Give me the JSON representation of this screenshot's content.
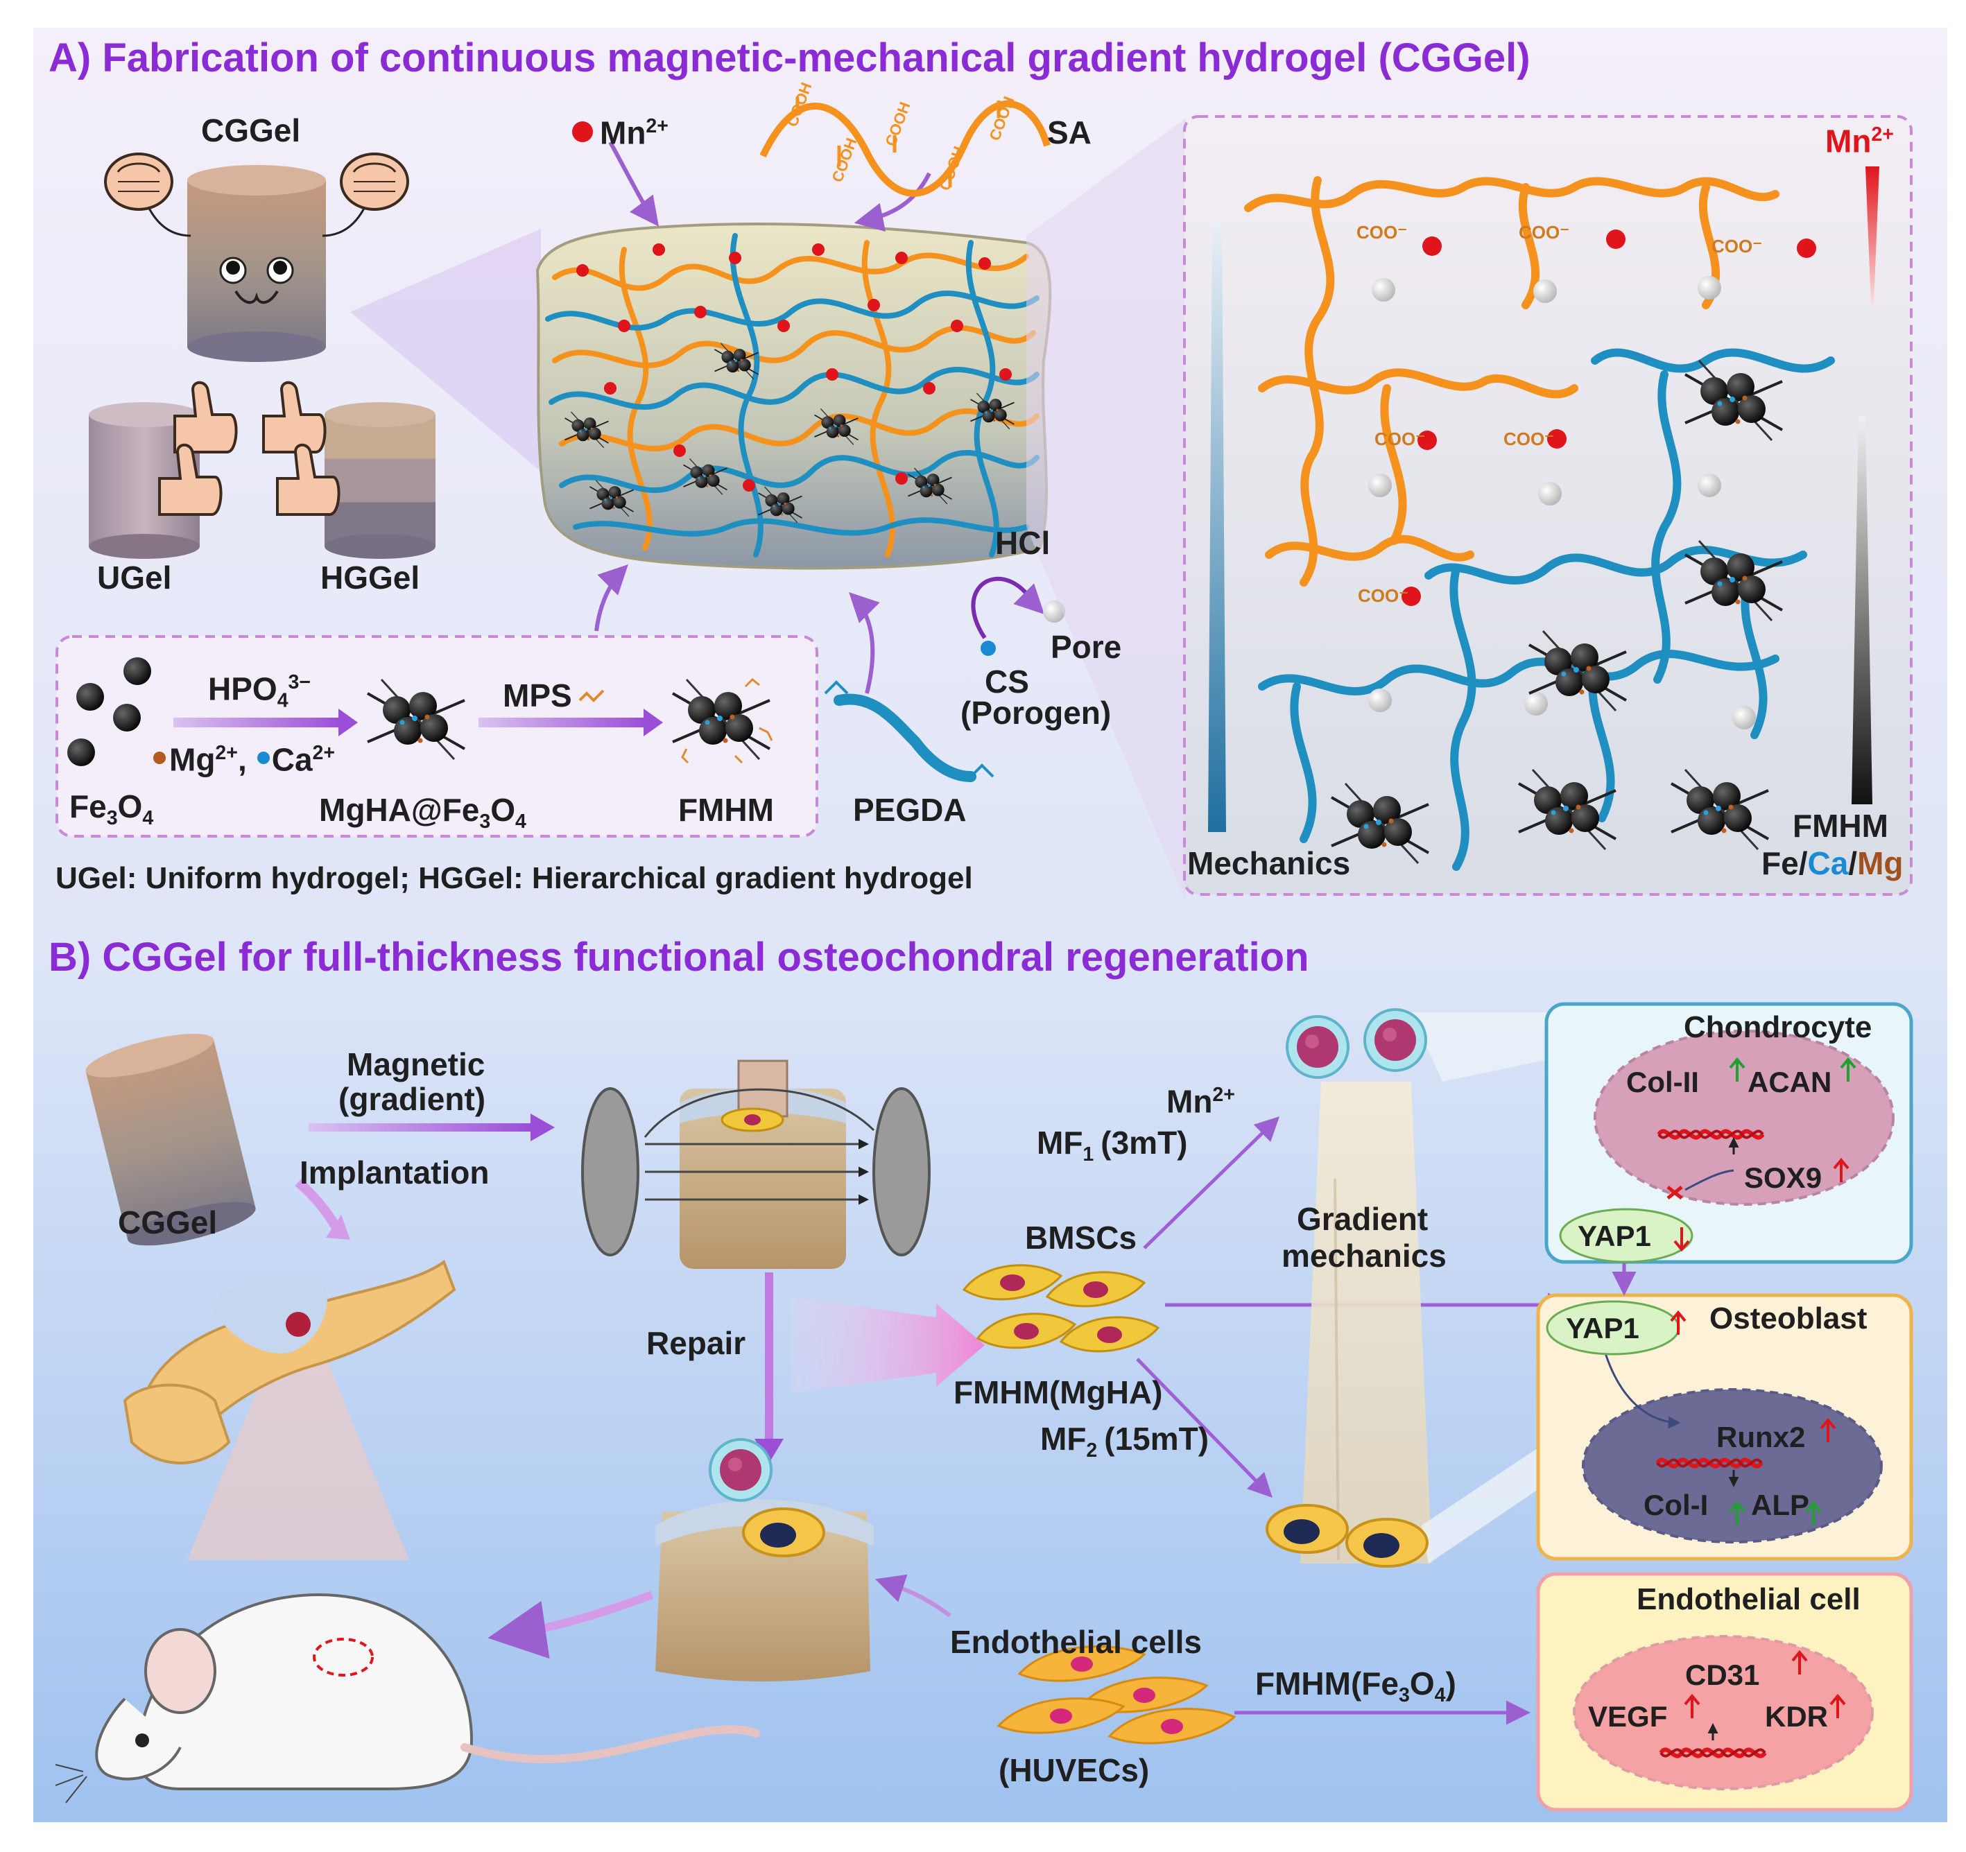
{
  "sections": {
    "a_title": "A) Fabrication of continuous magnetic-mechanical gradient hydrogel (CGGel)",
    "b_title": "B) CGGel for full-thickness functional osteochondral regeneration"
  },
  "panel_a": {
    "cggel": "CGGel",
    "ugel": "UGel",
    "hggel": "HGGel",
    "mn": "Mn",
    "mn_sup": "2+",
    "sa": "SA",
    "cooh": "COOH",
    "hcl": "HCl",
    "pore": "Pore",
    "cs": "CS",
    "porogen": "(Porogen)",
    "fe3o4_a": "Fe",
    "fe3o4_sub1": "3",
    "fe3o4_b": "O",
    "fe3o4_sub2": "4",
    "hpo4": "HPO",
    "hpo4_sub": "4",
    "hpo4_sup": "3−",
    "mg": "Mg",
    "mg_sup": "2+",
    "comma": ",",
    "ca": "Ca",
    "ca_sup": "2+",
    "mps": "MPS",
    "mgha_a": "MgHA@Fe",
    "fmhm": "FMHM",
    "pegda": "PEGDA",
    "footnote": "UGel: Uniform hydrogel; HGGel: Hierarchical gradient hydrogel",
    "inset": {
      "mn": "Mn",
      "mn_sup": "2+",
      "coo": "COO⁻",
      "mechanics": "Mechanics",
      "fmhm": "FMHM",
      "fe": "Fe",
      "slash1": "/",
      "ca": "Ca",
      "slash2": "/",
      "mg": "Mg"
    }
  },
  "panel_b": {
    "cggel": "CGGel",
    "magnetic": "Magnetic",
    "gradient": "(gradient)",
    "implantation": "Implantation",
    "repair": "Repair",
    "mn": "Mn",
    "mn_sup": "2+",
    "mf1": "MF",
    "mf1_sub": "1",
    "mf1_val": "(3mT)",
    "bmscs": "BMSCs",
    "gradient_mech_1": "Gradient",
    "gradient_mech_2": "mechanics",
    "fmhm_mgha": "FMHM(MgHA)",
    "mf2": "MF",
    "mf2_sub": "2",
    "mf2_val": "(15mT)",
    "endothelial": "Endothelial cells",
    "huvecs": "(HUVECs)",
    "fmhm_fe_a": "FMHM(Fe",
    "fmhm_fe_sub1": "3",
    "fmhm_fe_b": "O",
    "fmhm_fe_sub2": "4",
    "fmhm_fe_c": ")",
    "chondrocyte": {
      "title": "Chondrocyte",
      "col2": "Col-II",
      "acan": "ACAN",
      "sox9": "SOX9",
      "yap1": "YAP1"
    },
    "osteoblast": {
      "title": "Osteoblast",
      "yap1": "YAP1",
      "runx2": "Runx2",
      "col1": "Col-I",
      "alp": "ALP"
    },
    "endothelial_box": {
      "title": "Endothelial cell",
      "cd31": "CD31",
      "vegf": "VEGF",
      "kdr": "KDR"
    }
  },
  "colors": {
    "section_title": "#8a2bd6",
    "sa_chain": "#f5921e",
    "pegda_chain": "#1e8fc0",
    "mn_ion": "#e0151b",
    "up_green": "#20a030",
    "up_red": "#e0151b",
    "arrow_purple": "#a05fd6"
  }
}
